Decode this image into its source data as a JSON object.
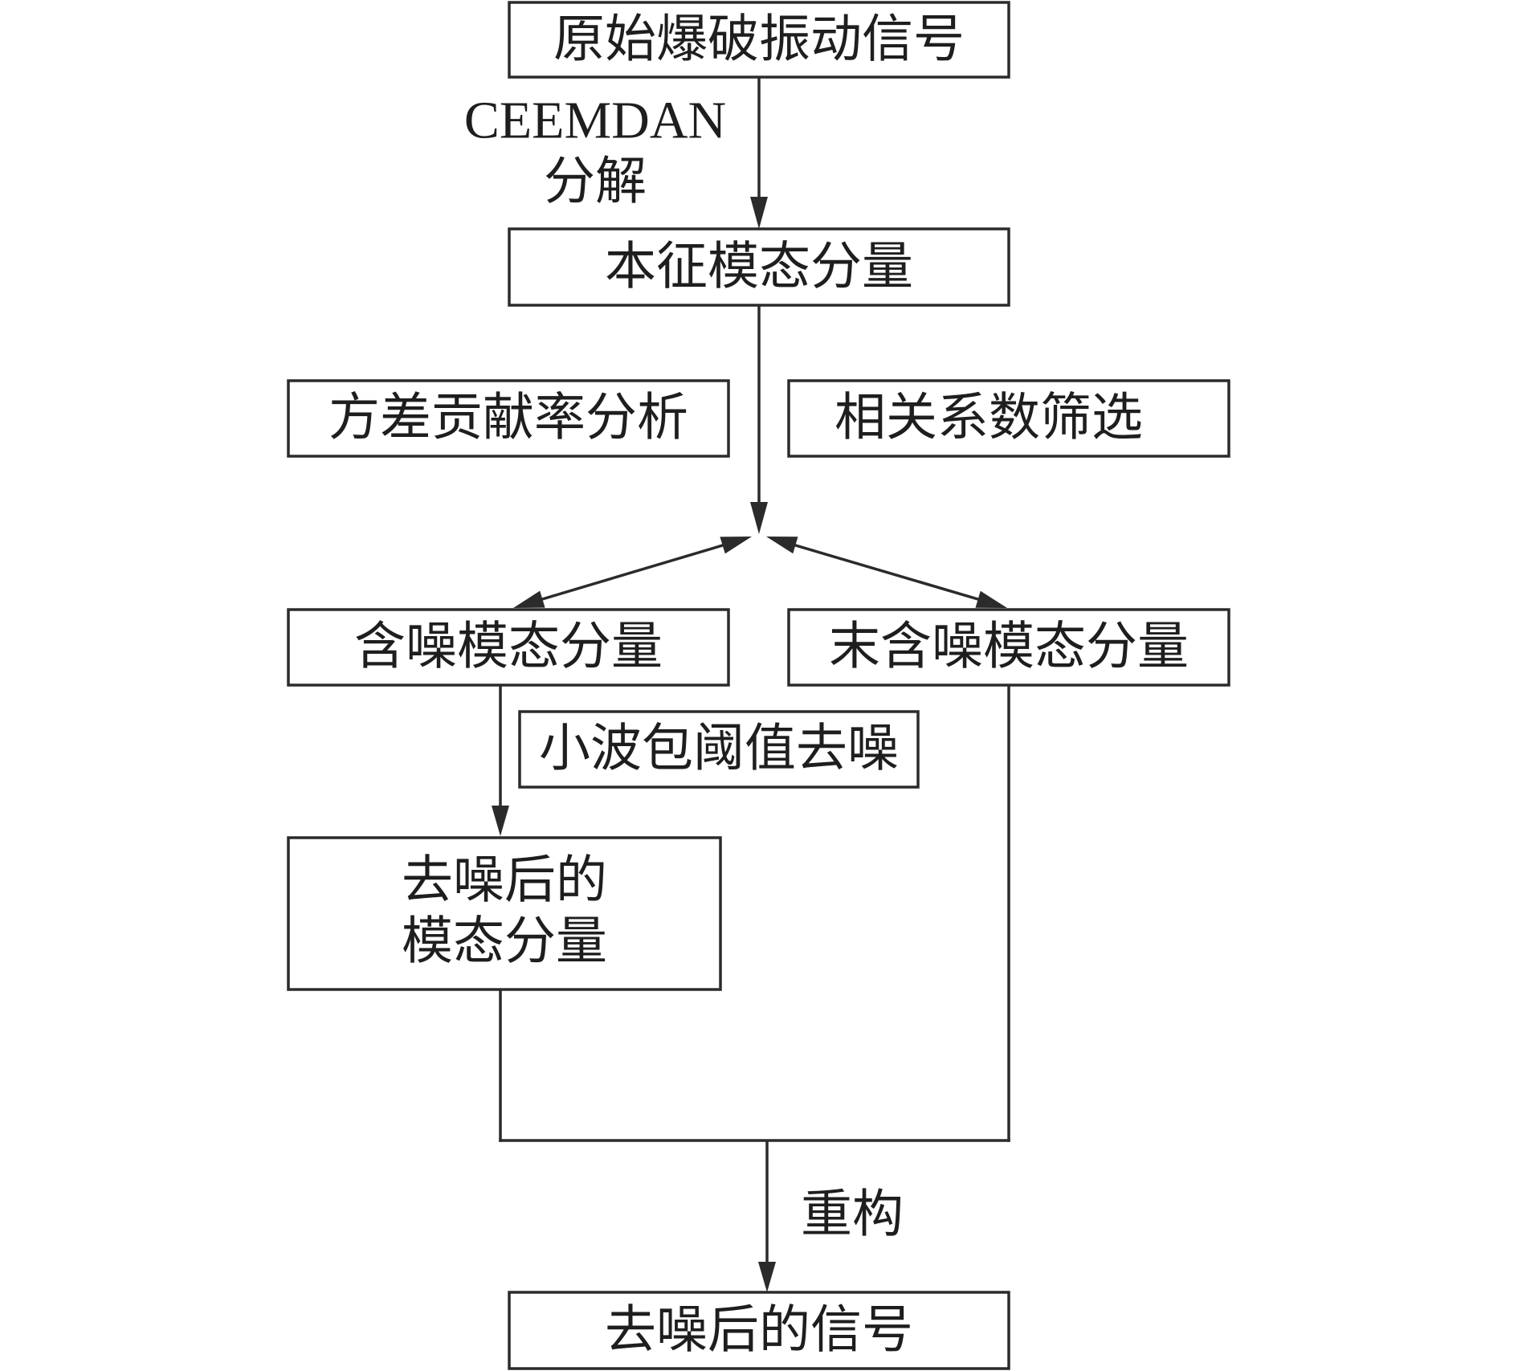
{
  "nodes": {
    "original_signal": "原始爆破振动信号",
    "imf": "本征模态分量",
    "variance_analysis": "方差贡献率分析",
    "correlation_screening": "相关系数筛选",
    "noisy_modes": "含噪模态分量",
    "clean_modes": "末含噪模态分量",
    "wavelet_denoise": "小波包阈值去噪",
    "denoised_modes_line1": "去噪后的",
    "denoised_modes_line2": "模态分量",
    "denoised_signal": "去噪后的信号"
  },
  "edge_labels": {
    "decomposition_line1": "CEEMDAN",
    "decomposition_line2": "分解",
    "reconstruction": "重构"
  },
  "colors": {
    "stroke": "#2b2b2b",
    "text": "#1e1e1e",
    "background": "#ffffff"
  }
}
